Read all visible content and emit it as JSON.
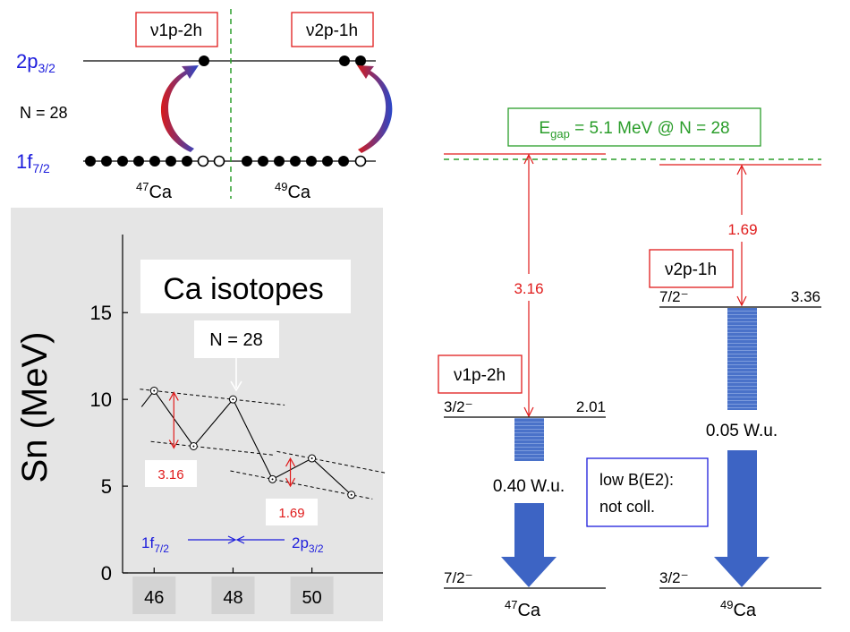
{
  "colors": {
    "blue_text": "#1c1cdc",
    "red": "#e01b1b",
    "green": "#2a9d2a",
    "bar_blue": "#4a72c9",
    "plot_bg": "#e5e5e5",
    "tick_bg": "#d3d3d3"
  },
  "shell_scheme": {
    "config_47": "ν1p-2h",
    "config_49": "ν2p-1h",
    "orbital_upper": {
      "base": "2p",
      "sub": "3/2"
    },
    "orbital_lower": {
      "base": "1f",
      "sub": "7/2"
    },
    "n_label": "N = 28",
    "nucleus_47": {
      "mass": "47",
      "symbol": "Ca"
    },
    "nucleus_49": {
      "mass": "49",
      "symbol": "Ca"
    }
  },
  "inset_chart": {
    "title": "Ca  isotopes",
    "ylabel": "Sn (MeV)",
    "y_ticks": [
      "0",
      "5",
      "10",
      "15"
    ],
    "x_ticks": [
      "46",
      "48",
      "50"
    ],
    "callout_n28": "N = 28",
    "gap_label_1": "3.16",
    "gap_label_2": "1.69",
    "bottom_label_left": {
      "base": "1f",
      "sub": "7/2"
    },
    "bottom_label_right": {
      "base": "2p",
      "sub": "3/2"
    }
  },
  "chart_data": {
    "type": "line",
    "title": "Ca  isotopes",
    "xlabel": "",
    "ylabel": "Sn (MeV)",
    "x": [
      46,
      47,
      48,
      49,
      50,
      51
    ],
    "y": [
      10.5,
      7.3,
      10.0,
      5.4,
      6.6,
      4.5
    ],
    "xlim": [
      45.2,
      51.8
    ],
    "ylim": [
      0,
      19.5
    ],
    "grid": false
  },
  "level_scheme": {
    "egap_label": {
      "pre": "E",
      "sub": "gap",
      "post": " = 5.1 MeV @ N = 28"
    },
    "gap_47": "3.16",
    "gap_49": "1.69",
    "config_47": "ν1p-2h",
    "config_49": "ν2p-1h",
    "level_47_spin": "3/2⁻",
    "level_47_energy": "2.01",
    "level_49_spin": "7/2⁻",
    "level_49_energy": "3.36",
    "be2_47": "0.40 W.u.",
    "be2_49": "0.05 W.u.",
    "note_line1": "low B(E2):",
    "note_line2": "not coll.",
    "ground_47_spin": "7/2⁻",
    "ground_49_spin": "3/2⁻",
    "nucleus_47": {
      "mass": "47",
      "symbol": "Ca"
    },
    "nucleus_49": {
      "mass": "49",
      "symbol": "Ca"
    }
  }
}
